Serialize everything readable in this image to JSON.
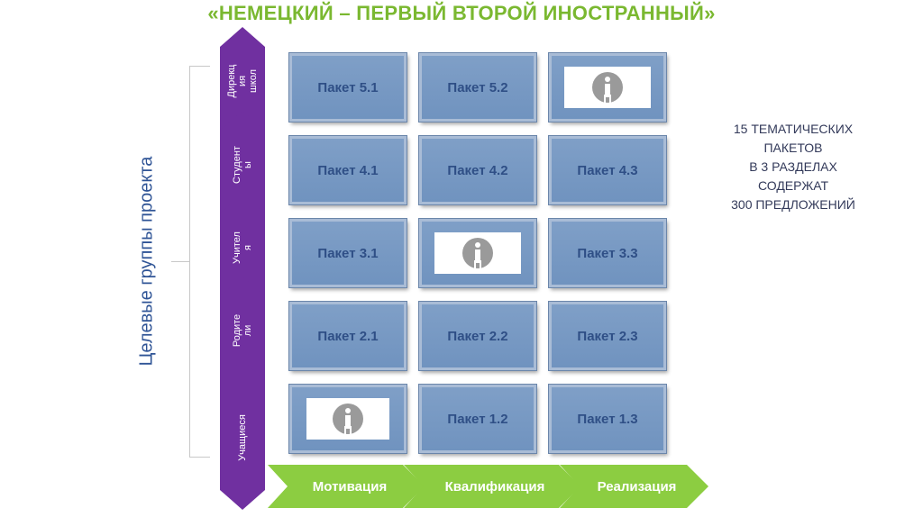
{
  "title": "«НЕМЕЦКИЙ – ПЕРВЫЙ ВТОРОЙ ИНОСТРАННЫЙ»",
  "vertical_label": "Целевые группы проекта",
  "target_groups": [
    "Дирекц\nия\nшкол",
    "Студент\nы",
    "Учител\nя",
    "Родите\nли",
    "Учащиеся"
  ],
  "stages": [
    "Мотивация",
    "Квалификация",
    "Реализация"
  ],
  "packages": {
    "r5": [
      "Пакет 5.1",
      "Пакет 5.2",
      null
    ],
    "r4": [
      "Пакет 4.1",
      "Пакет 4.2",
      "Пакет 4.3"
    ],
    "r3": [
      "Пакет 3.1",
      null,
      "Пакет 3.3"
    ],
    "r2": [
      "Пакет 2.1",
      "Пакет 2.2",
      "Пакет 2.3"
    ],
    "r1": [
      null,
      "Пакет 1.2",
      "Пакет 1.3"
    ]
  },
  "summary_text": "15 ТЕМАТИЧЕСКИХ\nПАКЕТОВ\nВ 3 РАЗДЕЛАХ\nСОДЕРЖАТ\n300 ПРЕДЛОЖЕНИЙ",
  "icon_names": {
    "info": "info-icon"
  },
  "colors": {
    "title": "#7ab830",
    "chevron": "#7030a0",
    "box": "#7f9fc7",
    "arrow": "#8ccd41",
    "label": "#2f5496"
  }
}
